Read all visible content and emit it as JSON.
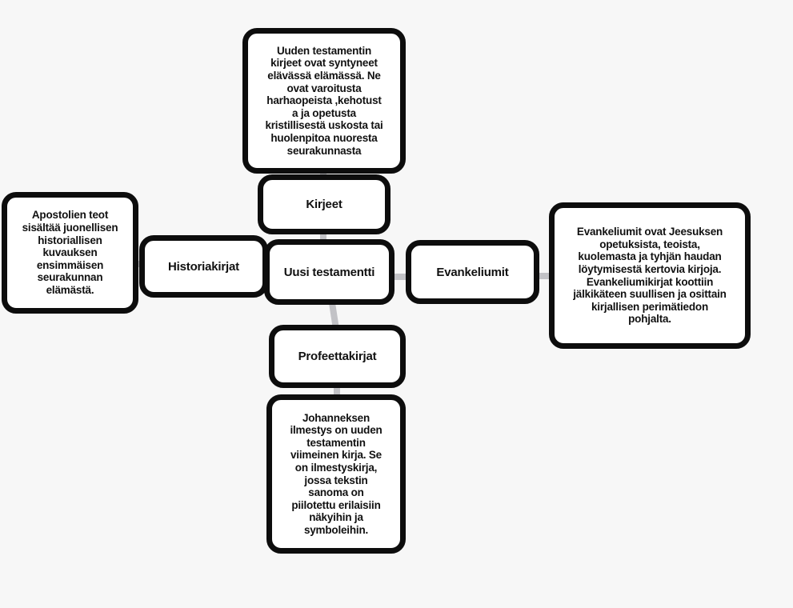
{
  "diagram": {
    "type": "mindmap",
    "language": "fi",
    "colors": {
      "background": "#f7f7f7",
      "node_fill": "#ffffff",
      "node_border": "#0d0d0d",
      "connector": "#c2c2c6",
      "text": "#111111"
    },
    "nodes": {
      "root": {
        "label": "Uusi testamentti"
      },
      "kirjeet": {
        "label": "Kirjeet"
      },
      "historiakirjat": {
        "label": "Historiakirjat"
      },
      "evankeliumit": {
        "label": "Evankeliumit"
      },
      "profeettakirjat": {
        "label": "Profeettakirjat"
      },
      "kirjeet_note": {
        "text": "Uuden testamentin\nkirjeet ovat syntyneet\nelävässä elämässä. Ne\novat varoitusta\nharhaopeista ,kehotust\na ja opetusta\nkristillisestä uskosta tai\nhuolenpitoa nuoresta\nseurakunnasta"
      },
      "historia_note": {
        "text": "Apostolien teot\nsisältää juonellisen\nhistoriallisen\nkuvauksen\nensimmäisen\nseurakunnan\nelämästä."
      },
      "evankeliumit_note": {
        "text": "Evankeliumit ovat Jeesuksen\nopetuksista, teoista,\nkuolemasta ja tyhjän haudan\nlöytymisestä kertovia kirjoja.\nEvankeliumikirjat koottiin\njälkikäteen suullisen ja osittain\nkirjallisen perimätiedon\npohjalta."
      },
      "profeetta_note": {
        "text": "Johanneksen\nilmestys on uuden\ntestamentin\nviimeinen kirja. Se\non ilmestyskirja,\njossa tekstin\nsanoma on\npiilotettu erilaisiin\nnäkyihin ja\nsymboleihin."
      }
    },
    "edges": [
      {
        "from": "kirjeet_note",
        "to": "kirjeet"
      },
      {
        "from": "kirjeet",
        "to": "root"
      },
      {
        "from": "historia_note",
        "to": "historiakirjat"
      },
      {
        "from": "historiakirjat",
        "to": "root"
      },
      {
        "from": "root",
        "to": "evankeliumit"
      },
      {
        "from": "evankeliumit",
        "to": "evankeliumit_note"
      },
      {
        "from": "root",
        "to": "profeettakirjat"
      },
      {
        "from": "profeettakirjat",
        "to": "profeetta_note"
      }
    ]
  }
}
